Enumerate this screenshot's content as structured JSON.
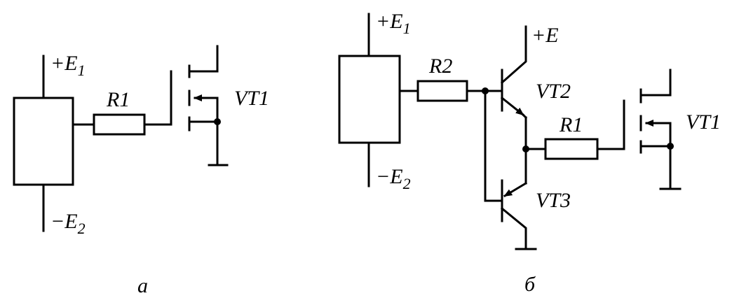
{
  "circuit_a": {
    "supply_pos": {
      "sign": "+",
      "symbol": "E",
      "index": "1"
    },
    "supply_neg": {
      "sign": "−",
      "symbol": "E",
      "index": "2"
    },
    "resistor_r1": "R1",
    "transistor_vt1": "VT1",
    "caption": "a"
  },
  "circuit_b": {
    "supply_pos": {
      "sign": "+",
      "symbol": "E",
      "index": "1"
    },
    "supply_neg": {
      "sign": "−",
      "symbol": "E",
      "index": "2"
    },
    "supply_e": "+E",
    "resistor_r2": "R2",
    "resistor_r1": "R1",
    "transistor_vt2": "VT2",
    "transistor_vt3": "VT3",
    "transistor_vt1": "VT1",
    "caption": "б"
  },
  "colors": {
    "ink": "#000000",
    "paper": "#ffffff"
  }
}
